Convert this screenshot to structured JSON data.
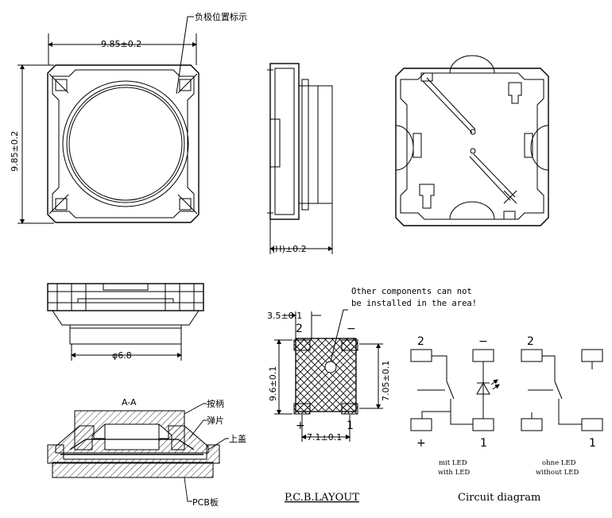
{
  "top_view": {
    "width_dim": "9.85±0.2",
    "height_dim": "9.85±0.2",
    "callout_negative_position": "负极位置标示"
  },
  "side_view": {
    "height_dim": "(H)±0.2"
  },
  "front_view": {
    "diameter_dim": "φ6.8"
  },
  "section": {
    "title": "A-A",
    "label_button_handle": "按柄",
    "label_spring": "弹片",
    "label_top_cover": "上盖",
    "label_pcb_board": "PCB板"
  },
  "pcb_layout": {
    "note_line1": "Other components can not",
    "note_line2": "be installed in the area!",
    "dim_pad_pitch": "3.5±0.1",
    "dim_height": "9.6±0.1",
    "dim_inner_height": "7.05±0.1",
    "dim_width": "7.1±0.1",
    "pin_2": "2",
    "pin_minus": "−",
    "pin_plus": "+",
    "pin_1": "1",
    "title": "P.C.B.LAYOUT"
  },
  "circuit": {
    "with_led": {
      "pin_2": "2",
      "pin_minus": "−",
      "pin_plus": "+",
      "pin_1": "1",
      "caption_line1": "mit LED",
      "caption_line2": "with LED"
    },
    "without_led": {
      "pin_2": "2",
      "pin_1": "1",
      "caption_line1": "ohne LED",
      "caption_line2": "without LED"
    },
    "title": "Circuit diagram"
  }
}
